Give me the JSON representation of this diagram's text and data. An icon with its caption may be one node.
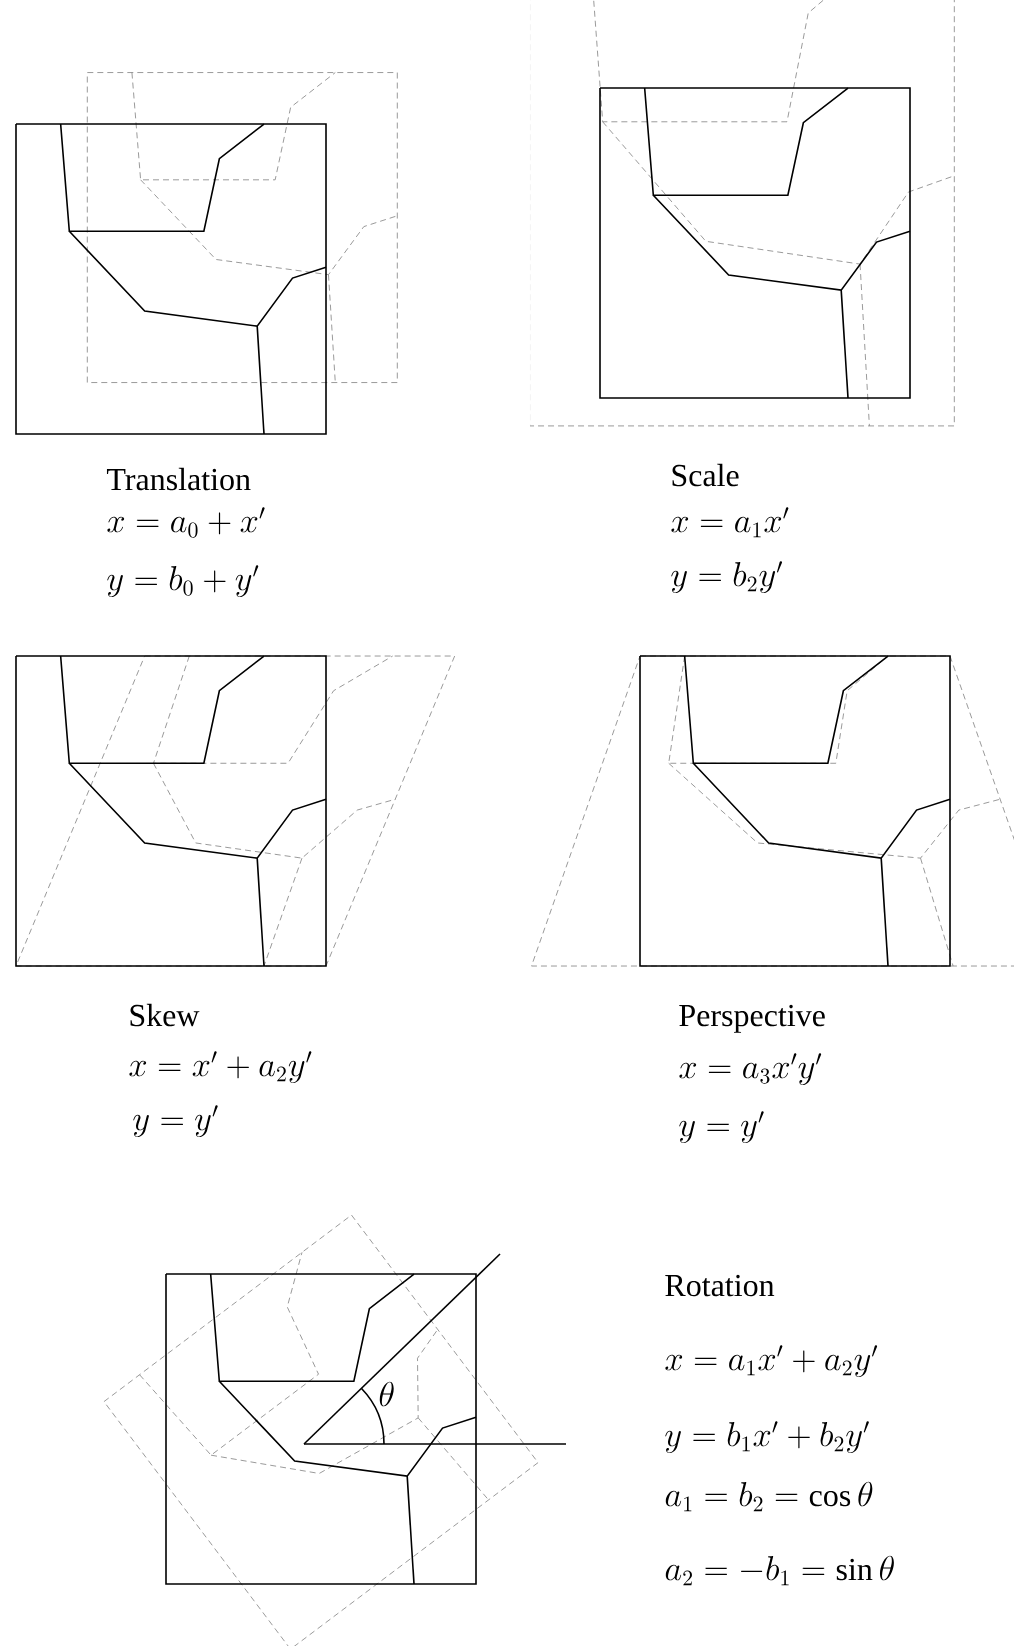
{
  "diagram": {
    "labels": [
      "Translation",
      "x = a_0 + x'",
      "y = b_0 + y'",
      "Scale",
      "x = a_1 x'",
      "y = b_2 y'",
      "Skew",
      "x = x' + a_2 y'",
      "y = y'",
      "Perspective",
      "x = a_3 x' y'",
      "y = y'",
      "\\theta",
      "Rotation",
      "x = a_1 x' + a_2 y'",
      "y = b_1 x' + b_2 y'",
      "a_1 = b_2 = \\cos\\theta",
      "a_2 = -b_1 = \\sin\\theta"
    ]
  }
}
